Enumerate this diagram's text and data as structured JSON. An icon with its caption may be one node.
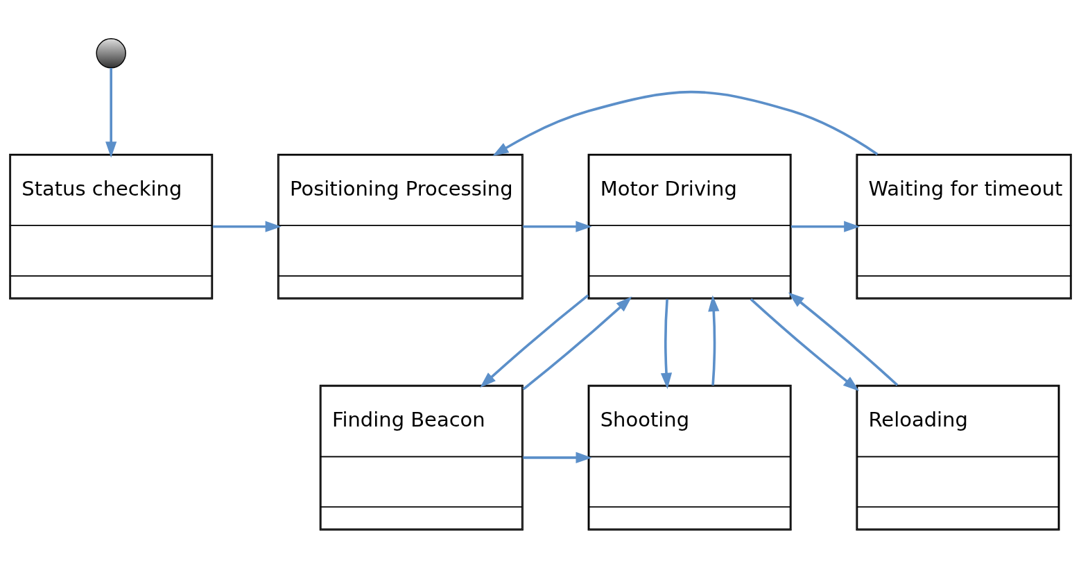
{
  "diagram": {
    "nodes": [
      {
        "text": [],
        "shape": "circle"
      },
      {
        "text": [
          "Status checking"
        ]
      },
      {
        "text": [
          "Positioning Processing"
        ]
      },
      {
        "text": [
          "Motor Driving"
        ]
      },
      {
        "text": [
          "Waiting for timeout"
        ]
      },
      {
        "text": [
          "Finding Beacon"
        ]
      },
      {
        "text": [
          "Shooting"
        ]
      },
      {
        "text": [
          "Reloading"
        ]
      }
    ],
    "edges": [
      {
        "from": 0,
        "to": 1,
        "arrow": "to"
      },
      {
        "from": 1,
        "to": 2,
        "arrow": "to"
      },
      {
        "from": 2,
        "to": 3,
        "arrow": "to"
      },
      {
        "from": 3,
        "to": 4,
        "arrow": "to"
      },
      {
        "from": 4,
        "to": 2,
        "arrow": "to"
      },
      {
        "from": 3,
        "to": 5,
        "arrow": "to"
      },
      {
        "from": 5,
        "to": 3,
        "arrow": "to"
      },
      {
        "from": 3,
        "to": 6,
        "arrow": "to"
      },
      {
        "from": 6,
        "to": 3,
        "arrow": "to"
      },
      {
        "from": 3,
        "to": 7,
        "arrow": "to"
      },
      {
        "from": 7,
        "to": 3,
        "arrow": "to"
      },
      {
        "from": 5,
        "to": 6,
        "arrow": "to"
      }
    ]
  }
}
